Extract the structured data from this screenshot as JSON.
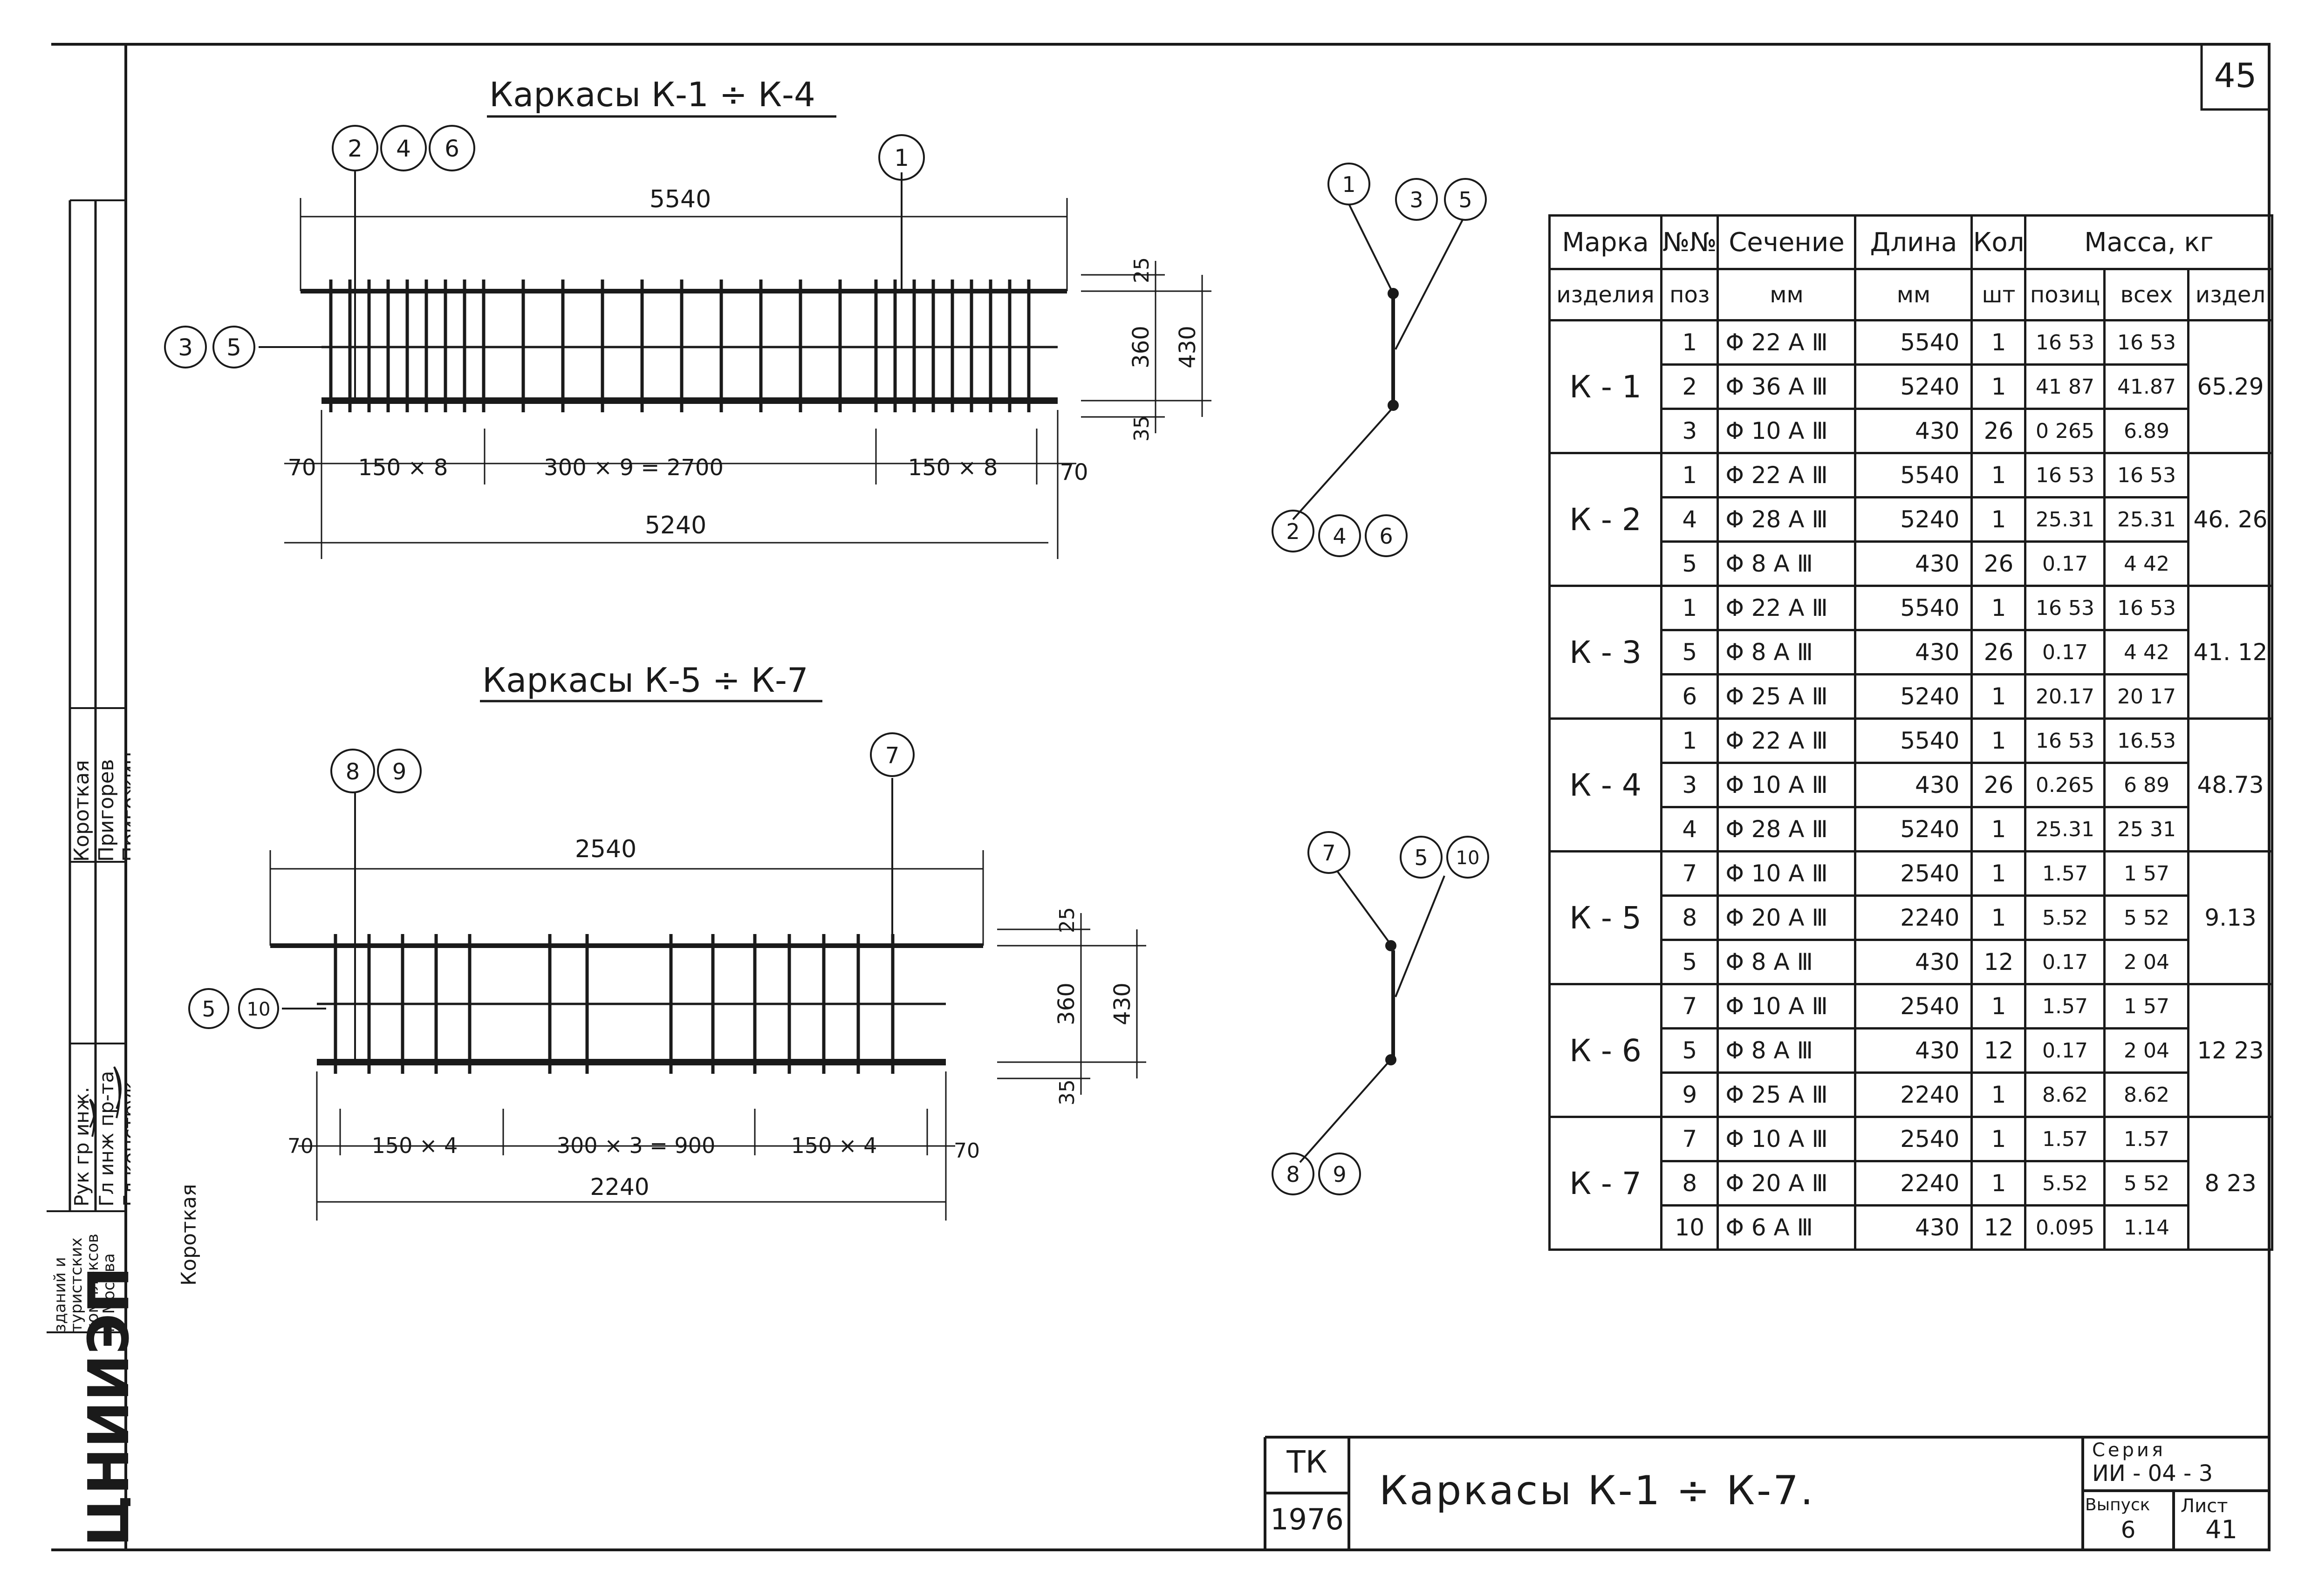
{
  "sheet_number": "45",
  "drawing_1": {
    "title": "Каркасы К-1 ÷ К-4",
    "callouts_top_left": [
      "2",
      "4",
      "6"
    ],
    "callout_top_right": "1",
    "callouts_left": [
      "3",
      "5"
    ],
    "dim_overall": "5540",
    "dim_right_top": "25",
    "dim_right_mid": "360",
    "dim_right_total": "430",
    "dim_right_bottom": "35",
    "dim_left_end": "70",
    "dim_seg_1": "150 × 8",
    "dim_seg_2": "300 × 9 = 2700",
    "dim_seg_3": "150 × 8",
    "dim_right_end": "70",
    "dim_bottom_total": "5240"
  },
  "drawing_2": {
    "title": "Каркасы К-5 ÷ К-7",
    "callouts_top_left": [
      "8",
      "9"
    ],
    "callout_top_right": "7",
    "callouts_left": [
      "5",
      "10"
    ],
    "dim_overall": "2540",
    "dim_right_top": "25",
    "dim_right_mid": "360",
    "dim_right_total": "430",
    "dim_right_bottom": "35",
    "dim_left_end": "70",
    "dim_seg_1": "150 × 4",
    "dim_seg_2": "300 × 3 = 900",
    "dim_seg_3": "150 × 4",
    "dim_right_end": "70",
    "dim_bottom_total": "2240"
  },
  "section_1": {
    "callout_a": "1",
    "callouts_b": [
      "3",
      "5"
    ],
    "callouts_c": [
      "2",
      "4",
      "6"
    ]
  },
  "section_2": {
    "callout_a": "7",
    "callouts_b": [
      "5",
      "10"
    ],
    "callouts_c": [
      "8",
      "9"
    ]
  },
  "spec_table": {
    "headers": {
      "mark_1": "Марка",
      "mark_2": "изделия",
      "pos_1": "№№",
      "pos_2": "поз",
      "sec_1": "Сечение",
      "sec_2": "мм",
      "len_1": "Длина",
      "len_2": "мм",
      "qty_1": "Кол",
      "qty_2": "шт",
      "mass": "Масса, кг",
      "mass_pos": "позиц",
      "mass_all": "всех",
      "mass_item": "издел"
    },
    "groups": [
      {
        "mark": "К - 1",
        "total": "65.29",
        "rows": [
          {
            "pos": "1",
            "section": "Φ 22 А Ⅲ",
            "length": "5540",
            "qty": "1",
            "mass_pos": "16 53",
            "mass_all": "16 53"
          },
          {
            "pos": "2",
            "section": "Φ 36 А Ⅲ",
            "length": "5240",
            "qty": "1",
            "mass_pos": "41 87",
            "mass_all": "41.87"
          },
          {
            "pos": "3",
            "section": "Φ 10 А Ⅲ",
            "length": "430",
            "qty": "26",
            "mass_pos": "0 265",
            "mass_all": "6.89"
          }
        ]
      },
      {
        "mark": "К - 2",
        "total": "46. 26",
        "rows": [
          {
            "pos": "1",
            "section": "Φ 22 А Ⅲ",
            "length": "5540",
            "qty": "1",
            "mass_pos": "16 53",
            "mass_all": "16 53"
          },
          {
            "pos": "4",
            "section": "Φ 28 А Ⅲ",
            "length": "5240",
            "qty": "1",
            "mass_pos": "25.31",
            "mass_all": "25.31"
          },
          {
            "pos": "5",
            "section": "Φ 8 А Ⅲ",
            "length": "430",
            "qty": "26",
            "mass_pos": "0.17",
            "mass_all": "4 42"
          }
        ]
      },
      {
        "mark": "К - 3",
        "total": "41. 12",
        "rows": [
          {
            "pos": "1",
            "section": "Φ 22 А Ⅲ",
            "length": "5540",
            "qty": "1",
            "mass_pos": "16 53",
            "mass_all": "16 53"
          },
          {
            "pos": "5",
            "section": "Φ 8 А Ⅲ",
            "length": "430",
            "qty": "26",
            "mass_pos": "0.17",
            "mass_all": "4 42"
          },
          {
            "pos": "6",
            "section": "Φ 25 А Ⅲ",
            "length": "5240",
            "qty": "1",
            "mass_pos": "20.17",
            "mass_all": "20 17"
          }
        ]
      },
      {
        "mark": "К - 4",
        "total": "48.73",
        "rows": [
          {
            "pos": "1",
            "section": "Φ 22 А Ⅲ",
            "length": "5540",
            "qty": "1",
            "mass_pos": "16 53",
            "mass_all": "16.53"
          },
          {
            "pos": "3",
            "section": "Φ 10 А Ⅲ",
            "length": "430",
            "qty": "26",
            "mass_pos": "0.265",
            "mass_all": "6 89"
          },
          {
            "pos": "4",
            "section": "Φ 28 А Ⅲ",
            "length": "5240",
            "qty": "1",
            "mass_pos": "25.31",
            "mass_all": "25 31"
          }
        ]
      },
      {
        "mark": "К - 5",
        "total": "9.13",
        "rows": [
          {
            "pos": "7",
            "section": "Φ 10 А Ⅲ",
            "length": "2540",
            "qty": "1",
            "mass_pos": "1.57",
            "mass_all": "1 57"
          },
          {
            "pos": "8",
            "section": "Φ 20 А Ⅲ",
            "length": "2240",
            "qty": "1",
            "mass_pos": "5.52",
            "mass_all": "5 52"
          },
          {
            "pos": "5",
            "section": "Φ 8 А Ⅲ",
            "length": "430",
            "qty": "12",
            "mass_pos": "0.17",
            "mass_all": "2 04"
          }
        ]
      },
      {
        "mark": "К - 6",
        "total": "12 23",
        "rows": [
          {
            "pos": "7",
            "section": "Φ 10 А Ⅲ",
            "length": "2540",
            "qty": "1",
            "mass_pos": "1.57",
            "mass_all": "1 57"
          },
          {
            "pos": "5",
            "section": "Φ 8 А Ⅲ",
            "length": "430",
            "qty": "12",
            "mass_pos": "0.17",
            "mass_all": "2 04"
          },
          {
            "pos": "9",
            "section": "Φ 25 А Ⅲ",
            "length": "2240",
            "qty": "1",
            "mass_pos": "8.62",
            "mass_all": "8.62"
          }
        ]
      },
      {
        "mark": "К - 7",
        "total": "8 23",
        "rows": [
          {
            "pos": "7",
            "section": "Φ 10 А Ⅲ",
            "length": "2540",
            "qty": "1",
            "mass_pos": "1.57",
            "mass_all": "1.57"
          },
          {
            "pos": "8",
            "section": "Φ 20 А Ⅲ",
            "length": "2240",
            "qty": "1",
            "mass_pos": "5.52",
            "mass_all": "5 52"
          },
          {
            "pos": "10",
            "section": "Φ 6 А Ⅲ",
            "length": "430",
            "qty": "12",
            "mass_pos": "0.095",
            "mass_all": "1.14"
          }
        ]
      }
    ]
  },
  "title_block": {
    "code": "ТК",
    "year": "1976",
    "title": "Каркасы К-1 ÷ К-7.",
    "series_label": "Серия",
    "series_value": "ИИ - 04 - 3",
    "issue_label": "Выпуск",
    "issue_value": "6",
    "sheet_label": "Лист",
    "sheet_value": "41"
  },
  "side_stamp": {
    "institute": "ЦНИИЭП",
    "org_lines": [
      "зданий и",
      "туристских",
      "комплексов",
      "г. Москва"
    ],
    "roles": [
      "Рук гр инж.",
      "Гл инж пр-та",
      "Гл конструк"
    ],
    "names": [
      "Короткая",
      "Пригорев",
      "Пригожин"
    ]
  }
}
